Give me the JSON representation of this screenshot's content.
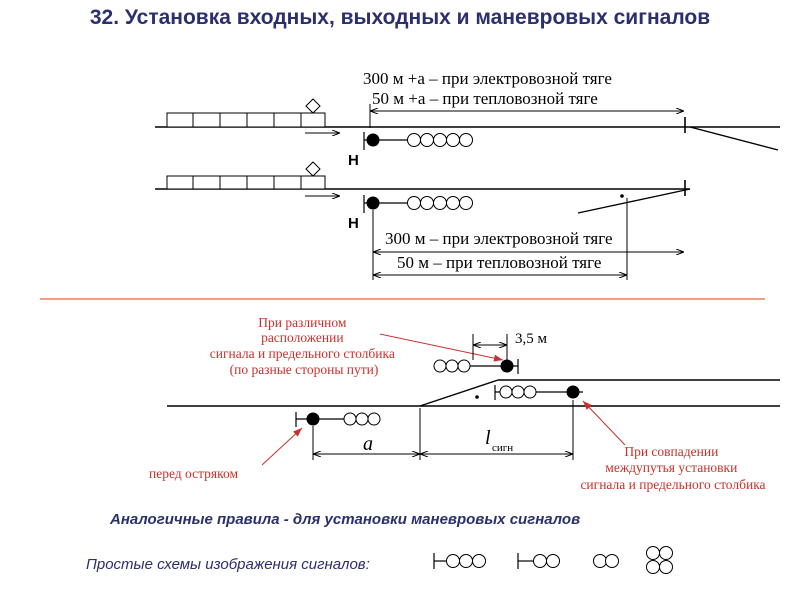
{
  "title": "32. Установка входных, выходных и маневровых сигналов",
  "top_diagram": {
    "label_electric_1": "300 м +а – при электровозной тяге",
    "label_diesel_1": "50 м  +а – при тепловозной тяге",
    "signal_letter_1": "Н",
    "signal_letter_2": "Н",
    "label_electric_2": "300 м – при электровозной тяге",
    "label_diesel_2": "50 м – при тепловозной тяге"
  },
  "bottom_diagram": {
    "note_different_sides": [
      "При различном",
      "расположении",
      "сигнала и предельного столбика",
      "(по разные стороны пути)"
    ],
    "distance_label": "3,5 м",
    "dim_a": "а",
    "dim_l": "l",
    "dim_l_sub": "сигн",
    "note_before_switch": "перед остряком",
    "note_coincide": [
      "При совпадении",
      "междупутья установки",
      "сигнала и предельного столбика"
    ]
  },
  "footer": {
    "subtitle": "Аналогичные правила - для установки маневровых сигналов",
    "simple_schemes": "Простые схемы изображения сигналов:"
  },
  "colors": {
    "title": "#2b2f6e",
    "annotation": "#c8312b",
    "separator": "#f0a080",
    "line": "#000000"
  }
}
